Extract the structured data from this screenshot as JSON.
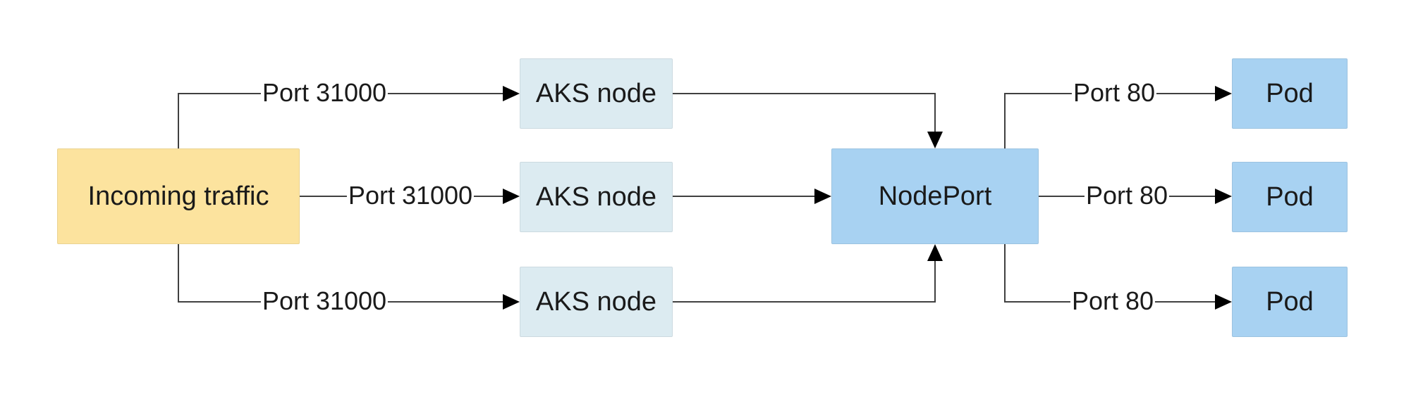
{
  "diagram": {
    "nodes": [
      {
        "id": "incoming-traffic",
        "label": "Incoming traffic",
        "fill": "#FCE39E"
      },
      {
        "id": "aks-node-1",
        "label": "AKS node",
        "fill": "#DCEBF1"
      },
      {
        "id": "aks-node-2",
        "label": "AKS node",
        "fill": "#DCEBF1"
      },
      {
        "id": "aks-node-3",
        "label": "AKS node",
        "fill": "#DCEBF1"
      },
      {
        "id": "nodeport",
        "label": "NodePort",
        "fill": "#A8D2F2"
      },
      {
        "id": "pod-1",
        "label": "Pod",
        "fill": "#A8D2F2"
      },
      {
        "id": "pod-2",
        "label": "Pod",
        "fill": "#A8D2F2"
      },
      {
        "id": "pod-3",
        "label": "Pod",
        "fill": "#A8D2F2"
      }
    ],
    "edges": [
      {
        "from": "incoming-traffic",
        "to": "aks-node-1",
        "label": "Port 31000"
      },
      {
        "from": "incoming-traffic",
        "to": "aks-node-2",
        "label": "Port 31000"
      },
      {
        "from": "incoming-traffic",
        "to": "aks-node-3",
        "label": "Port 31000"
      },
      {
        "from": "aks-node-1",
        "to": "nodeport",
        "label": ""
      },
      {
        "from": "aks-node-2",
        "to": "nodeport",
        "label": ""
      },
      {
        "from": "aks-node-3",
        "to": "nodeport",
        "label": ""
      },
      {
        "from": "nodeport",
        "to": "pod-1",
        "label": "Port 80"
      },
      {
        "from": "nodeport",
        "to": "pod-2",
        "label": "Port 80"
      },
      {
        "from": "nodeport",
        "to": "pod-3",
        "label": "Port 80"
      }
    ],
    "colors": {
      "incoming_fill": "#FCE39E",
      "aks_node_fill": "#DCEBF1",
      "nodeport_pod_fill": "#A8D2F2",
      "connector_line": "#404040",
      "arrowhead": "#000000",
      "text": "#1A1A1A",
      "background": "#FFFFFF"
    }
  }
}
